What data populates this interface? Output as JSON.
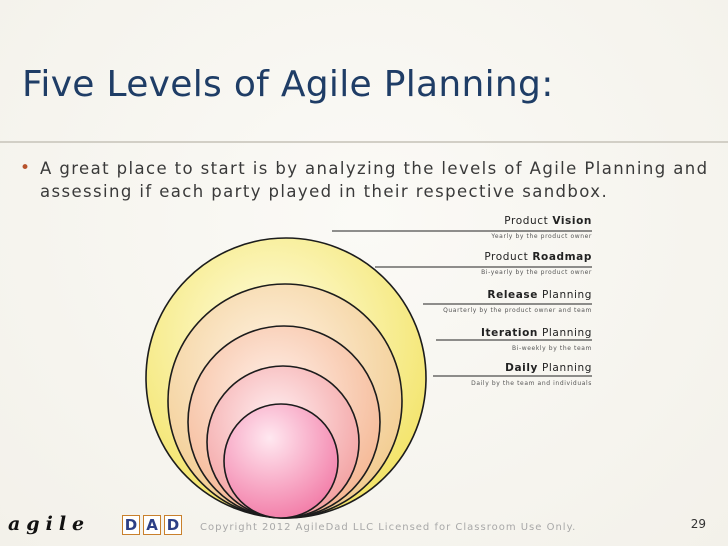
{
  "slide": {
    "title": "Five Levels of Agile Planning:",
    "bullet": "A great place to start is by analyzing the levels of Agile Planning and assessing if each party played in their respective sandbox."
  },
  "levels": [
    {
      "bold": "Vision",
      "plain": "Product",
      "bold_first": false,
      "sub": "Yearly by the product owner",
      "color": "#f6e978"
    },
    {
      "bold": "Roadmap",
      "plain": "Product",
      "bold_first": false,
      "sub": "Bi-yearly by the product owner",
      "color": "#f7d89a"
    },
    {
      "bold": "Release",
      "plain": "Planning",
      "bold_first": true,
      "sub": "Quarterly by the product owner and team",
      "color": "#f8c7a6"
    },
    {
      "bold": "Iteration",
      "plain": "Planning",
      "bold_first": true,
      "sub": "Bi-weekly by the team",
      "color": "#f8b3b3"
    },
    {
      "bold": "Daily",
      "plain": "Planning",
      "bold_first": true,
      "sub": "Daily by the team and individuals",
      "color": "#f798b8"
    }
  ],
  "footer": {
    "copyright": "Copyright 2012 AgileDad LLC Licensed for Classroom Use Only.",
    "page_number": "29",
    "logo_word": "agile",
    "logo_letters": [
      "D",
      "A",
      "D"
    ]
  }
}
